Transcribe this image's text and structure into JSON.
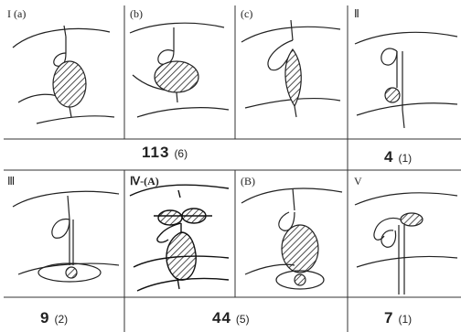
{
  "panels": {
    "Ia": "I (a)",
    "Ib": "(b)",
    "Ic": "(c)",
    "II": "Ⅱ",
    "III": "Ⅲ",
    "IVA": "Ⅳ-(A)",
    "IVB": "(B)",
    "V": "V"
  },
  "counts": {
    "type_I": {
      "n": "113",
      "paren": "(6)"
    },
    "type_II": {
      "n": "4",
      "paren": "(1)"
    },
    "type_III": {
      "n": "9",
      "paren": "(2)"
    },
    "type_IV": {
      "n": "44",
      "paren": "(5)"
    },
    "type_V": {
      "n": "7",
      "paren": "(1)"
    }
  },
  "colors": {
    "ink": "#222222",
    "background": "#ffffff"
  }
}
